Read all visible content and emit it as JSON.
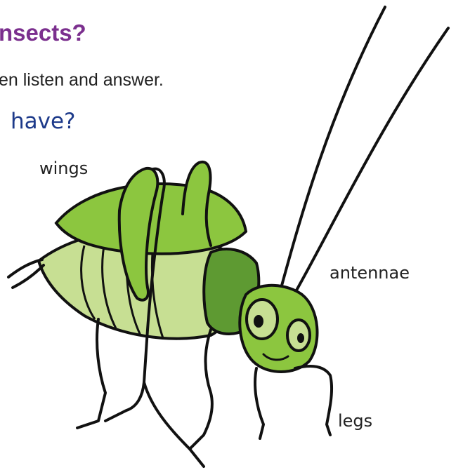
{
  "heading": "nsects?",
  "instruction": "en listen and answer.",
  "question": "have?",
  "labels": {
    "wings": "wings",
    "antennae": "antennae",
    "legs": "legs"
  },
  "illustration": {
    "subject": "cricket",
    "colors": {
      "body_green": "#8cc63f",
      "dark_green": "#5e9a32",
      "light_green": "#c7df93",
      "outline": "#111111"
    }
  }
}
